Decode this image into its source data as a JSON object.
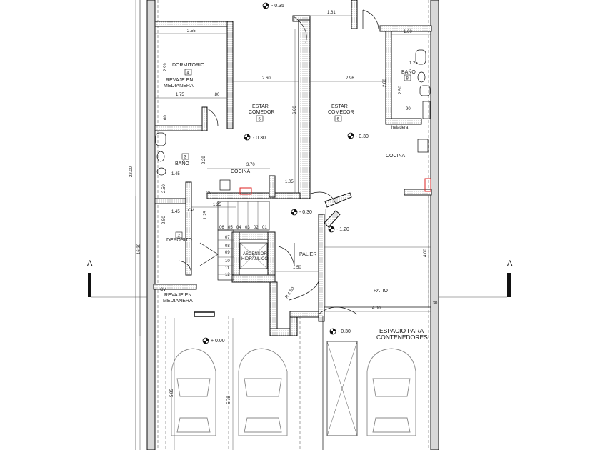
{
  "rooms": {
    "dormitorio": {
      "name": "DORMITORIO",
      "num": "4"
    },
    "revaje_top": {
      "line1": "REVAJE EN",
      "line2": "MEDIANERA"
    },
    "estar5": {
      "line1": "ESTAR",
      "line2": "COMEDOR",
      "num": "5"
    },
    "estar6": {
      "line1": "ESTAR",
      "line2": "COMEDOR",
      "num": "6"
    },
    "bano3": {
      "name": "BAÑO",
      "num": "3"
    },
    "bano8": {
      "name": "BAÑO",
      "num": "8"
    },
    "cocina1": {
      "name": "COCINA"
    },
    "cocina2": {
      "name": "COCINA"
    },
    "deposito": {
      "name": "DEPOSITO",
      "num": "2"
    },
    "ascensor": {
      "line1": "ASCENSOR",
      "line2": "HIDRAULICO"
    },
    "palier": {
      "name": "PALIER"
    },
    "patio": {
      "name": "PATIO"
    },
    "revaje_bottom": {
      "line1": "REVAJE EN",
      "line2": "MEDIANERA"
    },
    "contenedores": {
      "line1": "ESPACIO PARA",
      "line2": "CONTENEDORES"
    },
    "heladera": "heladera"
  },
  "levels": {
    "top": "- 0.35",
    "estar5": "- 0.30",
    "estar6": "- 0.30",
    "palier": "- 0.30",
    "patio": "- 1.20",
    "garage": "+ 0.00",
    "contenedores": "- 0.30"
  },
  "dimensions": {
    "d161": "1.61",
    "d160": "1.60",
    "d255": "2.55",
    "d299": "2.99",
    "d260a": "2.60",
    "d296": "2.96",
    "d260b": "2.60",
    "d125a": "1.25",
    "d250a": "2.50",
    "d175": "1.75",
    "d80": ".80",
    "d600": "6.00",
    "d90": "90",
    "d60": "60",
    "d2200": "22.00",
    "d229": "2.29",
    "d370": "3.70",
    "d145a": "1.45",
    "d105": "1.05",
    "d250b": "2.50",
    "d125b": "1.25",
    "d145b": "1.45",
    "d250c": "2.50",
    "d1630": "16.30",
    "d400a": "4.00",
    "d150": "1.50",
    "d400b": "4.00",
    "d30": ".30",
    "d578": "5.78",
    "d585": "5.85",
    "radius": "R 1.50"
  },
  "stairs": [
    "06",
    "05",
    "04",
    "03",
    "02",
    "01",
    "07",
    "08",
    "09",
    "10",
    "11",
    "12"
  ],
  "section_marks": {
    "left": "A",
    "right": "A"
  },
  "small": {
    "cv1": "CV",
    "cv2": "CV",
    "cv3": "CV"
  }
}
